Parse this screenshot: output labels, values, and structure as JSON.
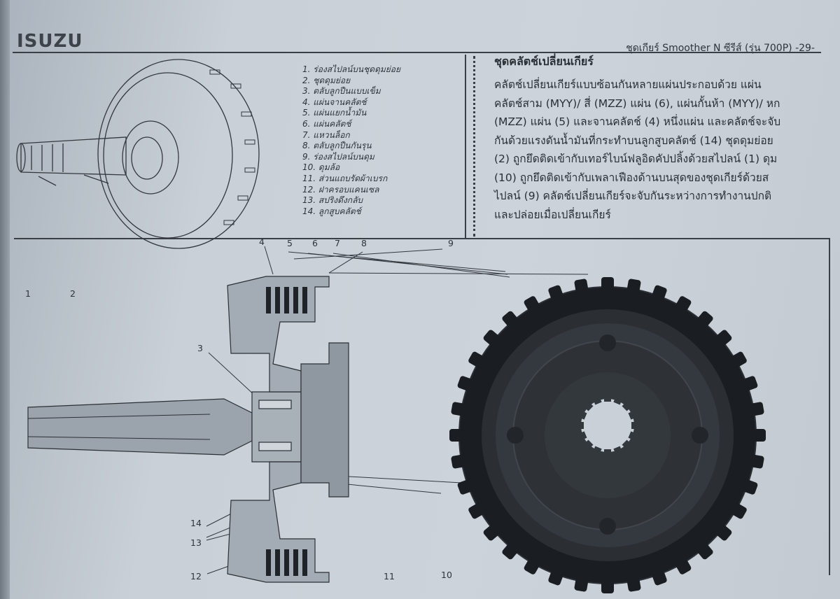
{
  "header": {
    "brand": "ISUZU",
    "title": "ชุดเกียร์ Smoother N ซีรีส์ (รุ่น 700P) -29-"
  },
  "legend": [
    "1.  ร่องสไปลน์บนชุดดุมย่อย",
    "2.  ชุดดุมย่อย",
    "3.  ตลับลูกปืนแบบเข็ม",
    "4.  แผ่นจานคลัตช์",
    "5.  แผ่นแยกน้ำมัน",
    "6.  แผ่นคลัตช์",
    "7.  แหวนล็อก",
    "8.  ตลับลูกปืนกันรุน",
    "9.  ร่องสไปลน์บนดุม",
    "10. ดุมล้อ",
    "11. ส่วนแถบรัดผ้าเบรก",
    "12. ฝาครอบแคนเซล",
    "13. สปริงดึงกลับ",
    "14. ลูกสูบคลัตช์"
  ],
  "section": {
    "title": "ชุดคลัตช์เปลี่ยนเกียร์",
    "lines": [
      "คลัตช์เปลี่ยนเกียร์แบบซ้อนกันหลายแผ่นประกอบด้วย แผ่น",
      "คลัตช์สาม (MYY)/ สี่ (MZZ) แผ่น (6), แผ่นกั้นห้า (MYY)/ หก",
      "(MZZ) แผ่น (5) และจานคลัตช์ (4) หนึ่งแผ่น และคลัตช์จะจับ",
      "กันด้วยแรงดันน้ำมันที่กระทำบนลูกสูบคลัตช์ (14)  ชุดดุมย่อย",
      "(2) ถูกยึดติดเข้ากับเทอร์ไบน์ฟลูอิดคัปปลิ้งด้วยสไปลน์ (1)  ดุม",
      "(10) ถูกยึดติดเข้ากับเพลาเฟืองด้านบนสุดของชุดเกียร์ด้วยส",
      "ไปลน์ (9)  คลัตช์เปลี่ยนเกียร์จะจับกันระหว่างการทำงานปกติ",
      "และปล่อยเมื่อเปลี่ยนเกียร์"
    ]
  },
  "callouts": {
    "c1": "1",
    "c2": "2",
    "c3": "3",
    "c4": "4",
    "c5": "5",
    "c6": "6",
    "c7": "7",
    "c8": "8",
    "c9": "9",
    "c10": "10",
    "c11": "11",
    "c12": "12",
    "c13": "13",
    "c14": "14"
  }
}
